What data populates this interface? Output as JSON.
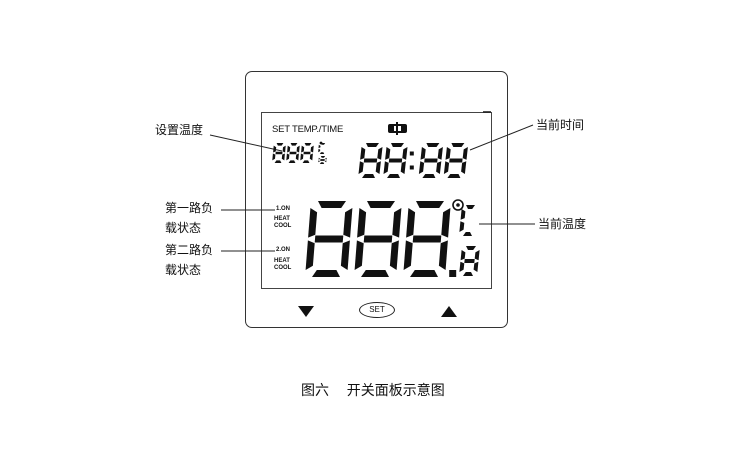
{
  "panel": {
    "set_temp_time_label": "SET TEMP./TIME",
    "set_temp_digits": "888",
    "clock_digits": "88:88",
    "main_digits": "888.8",
    "degree_symbol": "℃",
    "load1": {
      "status": "1.ON",
      "mode": "HEAT\nCOOL"
    },
    "load2": {
      "status": "2.ON",
      "mode": "HEAT\nCOOL"
    },
    "buttons": {
      "down_icon": "triangle-down",
      "set_label": "SET",
      "up_icon": "triangle-up"
    }
  },
  "callouts": {
    "set_temperature": "设置温度",
    "current_time": "当前时间",
    "load1_status": "第一路负\n载状态",
    "load2_status": "第二路负\n载状态",
    "current_temperature": "当前温度"
  },
  "caption": "图六    开关面板示意图"
}
